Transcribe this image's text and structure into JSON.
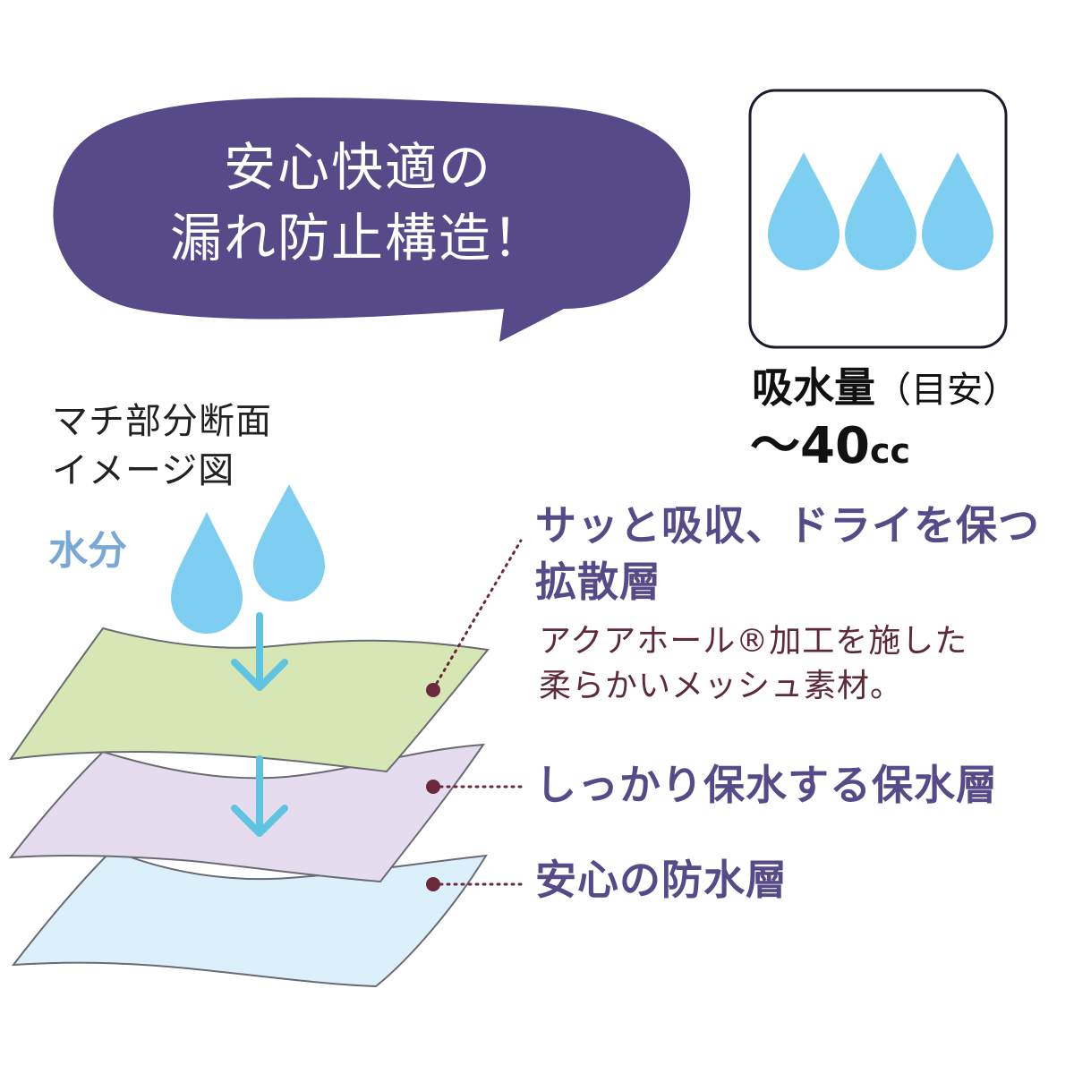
{
  "headline": {
    "line1": "安心快適の",
    "line2": "漏れ防止構造！"
  },
  "absorbency": {
    "label": "吸水量",
    "label_note": "（目安）",
    "value": "～40",
    "unit": "cc",
    "icon": "three-water-drops-icon"
  },
  "section_title": {
    "line1": "マチ部分断面",
    "line2": "イメージ図"
  },
  "moisture_label": "水分",
  "layers": [
    {
      "name_line1": "サッと吸収、ドライを保つ",
      "name_line2": "拡散層",
      "desc_line1": "アクアホール®加工を施した",
      "desc_line2": "柔らかいメッシュ素材。",
      "color": "#d6e6b4"
    },
    {
      "name": "しっかり保水する保水層",
      "color": "#e5ddef"
    },
    {
      "name": "安心の防水層",
      "color": "#dcf0fb"
    }
  ],
  "colors": {
    "bubble": "#574a88",
    "drop": "#7ecef1",
    "arrow": "#5fc4e2",
    "layer_name": "#574a88",
    "desc": "#5e2a36",
    "leader_dot": "#6a2a3c"
  }
}
